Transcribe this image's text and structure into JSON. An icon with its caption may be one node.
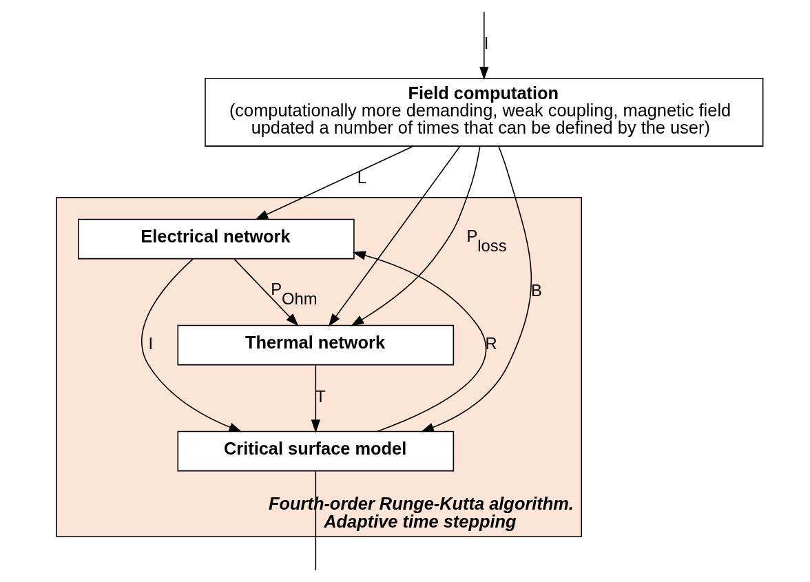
{
  "diagram": {
    "nodes": [
      {
        "text": [
          "Field computation",
          "(computationally more demanding, weak coupling, magnetic field updated a number of times that can be defined by the user)"
        ]
      },
      {
        "text": [
          "Fourth-order Runge-Kutta algorithm.",
          "Adaptive time stepping"
        ]
      },
      {
        "text": [
          "Electrical network"
        ],
        "in": 1
      },
      {
        "text": [
          "Thermal network"
        ],
        "in": 1
      },
      {
        "text": [
          "Critical surface model"
        ],
        "in": 1
      }
    ],
    "edges": [
      {
        "from": 0,
        "to": 4,
        "arrow": "to",
        "label": "B"
      },
      {
        "from": 0,
        "to": 3,
        "arrow": "to"
      },
      {
        "from": 0,
        "to": 3,
        "arrow": "to",
        "label": "P$_{loss}$"
      },
      {
        "from": 0,
        "to": 2,
        "arrow": "to",
        "label": "L"
      },
      {
        "from": 2,
        "to": 3,
        "arrow": "to",
        "label": "P$_{Ohm}$"
      },
      {
        "from": 2,
        "to": 4,
        "arrow": "to",
        "label": "I"
      },
      {
        "from": 3,
        "to": 4,
        "arrow": "to",
        "label": "T"
      },
      {
        "from": 4,
        "to": 2,
        "arrow": "to",
        "label": "R"
      },
      {
        "from": 4,
        "to": null,
        "arrow": "none"
      },
      {
        "from": null,
        "to": 0,
        "arrow": "to",
        "label": "I"
      }
    ]
  }
}
